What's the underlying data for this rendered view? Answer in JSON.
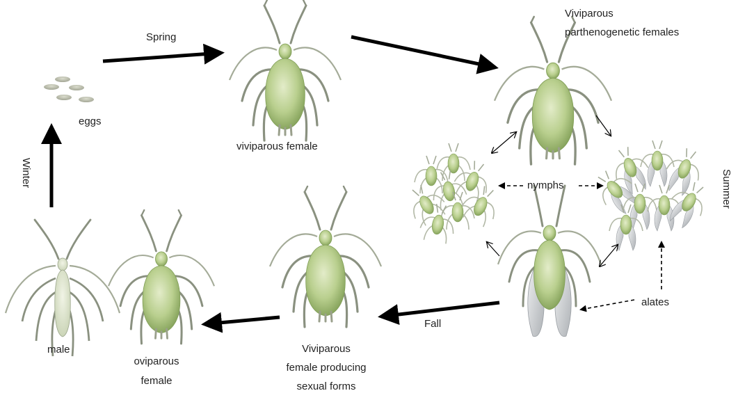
{
  "labels": {
    "spring": "Spring",
    "eggs": "eggs",
    "viviparous_female": "viviparous female",
    "parthenogenetic_line1": "Viviparous",
    "parthenogenetic_line2": "parthenogenetic females",
    "nymphs": "nymphs",
    "summer": "Summer",
    "alates": "alates",
    "fall": "Fall",
    "producing_line1": "Viviparous",
    "producing_line2": "female producing",
    "producing_line3": "sexual forms",
    "oviparous_line1": "oviparous",
    "oviparous_line2": "female",
    "male": "male",
    "winter": "Winter"
  },
  "colors": {
    "body_green": "#b9cf8e",
    "body_shade": "#8fae62",
    "leg_gray": "#8a9180",
    "wing_gray": "#c9ccce",
    "egg": "#b3b6a2",
    "arrow": "#000000"
  }
}
